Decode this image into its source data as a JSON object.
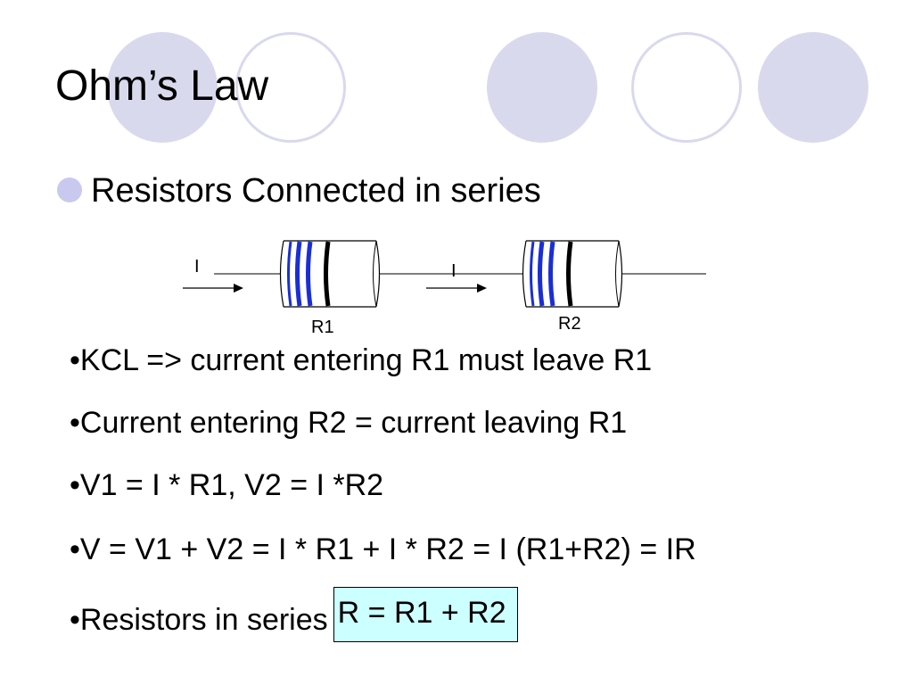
{
  "slide": {
    "title": "Ohm’s Law",
    "heading": "Resistors Connected in series",
    "diagram": {
      "resistor_1_label": "R1",
      "resistor_2_label": "R2",
      "current_1_label": "I",
      "current_2_label": "I"
    },
    "lines": [
      "•KCL => current entering R1 must leave R1",
      "•Current entering R2 =  current leaving R1",
      "•V1 = I * R1, V2 = I *R2",
      "•V = V1 + V2 = I * R1 + I * R2 = I (R1+R2) = IR"
    ],
    "last_line_prefix": "•Resistors in series",
    "highlight_formula": "R = R1 + R2"
  },
  "colors": {
    "decor_circle": "#d9d9ee",
    "bullet": "#c9c9f0",
    "highlight_fill": "#ccffff",
    "band_blue": "#1a2ed6"
  }
}
